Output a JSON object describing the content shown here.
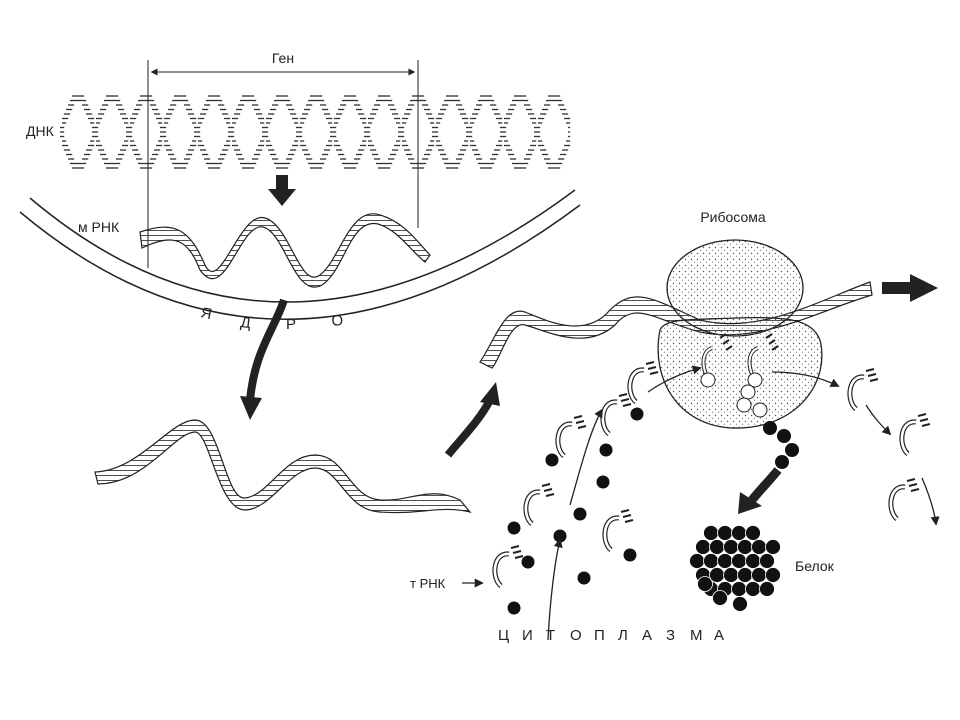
{
  "labels": {
    "gene": "Ген",
    "dna": "ДНК",
    "mrna": "м РНК",
    "nucleus_letters": [
      "Я",
      "Д",
      "Р",
      "О"
    ],
    "ribosome": "Рибосома",
    "protein": "Белок",
    "trna": "т РНК",
    "cytoplasm_letters": [
      "Ц",
      "И",
      "Т",
      "О",
      "П",
      "Л",
      "А",
      "З",
      "М",
      "А"
    ]
  },
  "colors": {
    "ink": "#222222",
    "ribosome_fill": "#d9d9d9",
    "background": "#ffffff"
  }
}
